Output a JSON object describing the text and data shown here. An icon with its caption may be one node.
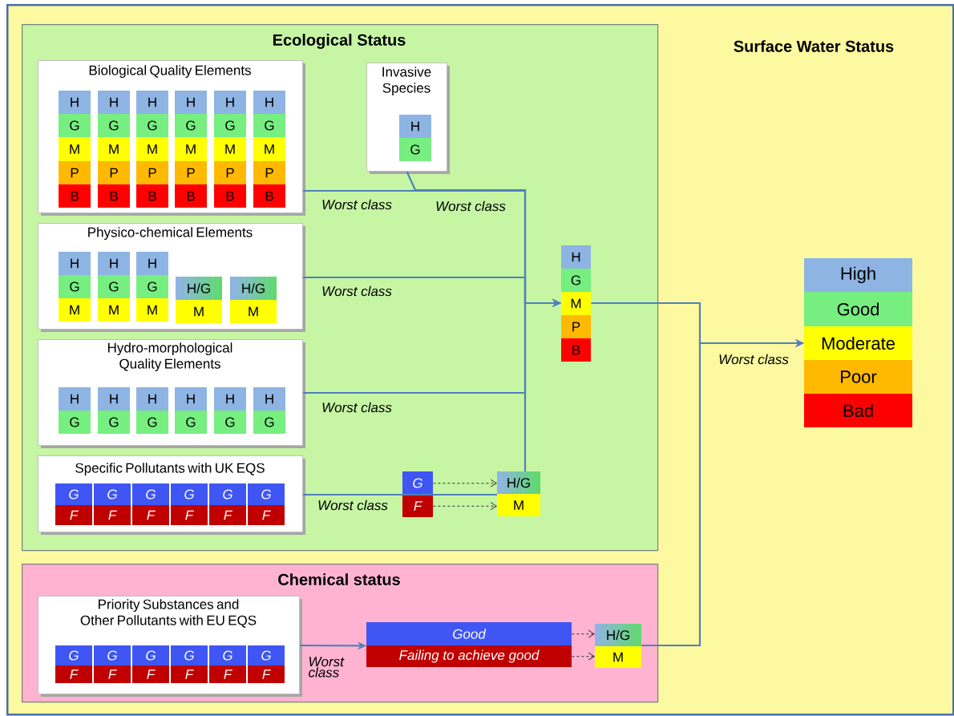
{
  "diagram": {
    "nodes": [
      {
        "text": [
          "Surface Water Status"
        ]
      },
      {
        "text": [
          "Ecological Status"
        ],
        "in": 0
      },
      {
        "text": [
          "Biological Quality Elements"
        ],
        "in": 1
      },
      {
        "text": [
          "H",
          "G",
          "M",
          "P",
          "B"
        ],
        "in": 2
      },
      {
        "text": [
          "H",
          "G",
          "M",
          "P",
          "B"
        ],
        "in": 2
      },
      {
        "text": [
          "H",
          "G",
          "M",
          "P",
          "B"
        ],
        "in": 2
      },
      {
        "text": [
          "H",
          "G",
          "M",
          "P",
          "B"
        ],
        "in": 2
      },
      {
        "text": [
          "H",
          "G",
          "M",
          "P",
          "B"
        ],
        "in": 2
      },
      {
        "text": [
          "H",
          "G",
          "M",
          "P",
          "B"
        ],
        "in": 2
      },
      {
        "text": [
          "Invasive Species"
        ],
        "in": 1
      },
      {
        "text": [
          "H",
          "G"
        ],
        "in": 9
      },
      {
        "text": [
          "Physico-chemical Elements"
        ],
        "in": 1
      },
      {
        "text": [
          "H",
          "G",
          "M"
        ],
        "in": 11
      },
      {
        "text": [
          "H",
          "G",
          "M"
        ],
        "in": 11
      },
      {
        "text": [
          "H",
          "G",
          "M"
        ],
        "in": 11
      },
      {
        "text": [
          "H/G",
          "M"
        ],
        "in": 11
      },
      {
        "text": [
          "H/G",
          "M"
        ],
        "in": 11
      },
      {
        "text": [
          "Hydro-morphological Quality Elements"
        ],
        "in": 1
      },
      {
        "text": [
          "H",
          "G"
        ],
        "in": 17
      },
      {
        "text": [
          "H",
          "G"
        ],
        "in": 17
      },
      {
        "text": [
          "H",
          "G"
        ],
        "in": 17
      },
      {
        "text": [
          "H",
          "G"
        ],
        "in": 17
      },
      {
        "text": [
          "H",
          "G"
        ],
        "in": 17
      },
      {
        "text": [
          "H",
          "G"
        ],
        "in": 17
      },
      {
        "text": [
          "Specific Pollutants with UK EQS"
        ],
        "in": 1
      },
      {
        "text": [
          "G",
          "F"
        ],
        "in": 24
      },
      {
        "text": [
          "G",
          "F"
        ],
        "in": 24
      },
      {
        "text": [
          "G",
          "F"
        ],
        "in": 24
      },
      {
        "text": [
          "G",
          "F"
        ],
        "in": 24
      },
      {
        "text": [
          "G",
          "F"
        ],
        "in": 24
      },
      {
        "text": [
          "G",
          "F"
        ],
        "in": 24
      },
      {
        "text": [
          "G"
        ],
        "in": 1
      },
      {
        "text": [
          "F"
        ],
        "in": 1
      },
      {
        "text": [
          "H/G"
        ],
        "in": 1
      },
      {
        "text": [
          "M"
        ],
        "in": 1
      },
      {
        "text": [
          "H",
          "G",
          "M",
          "P",
          "B"
        ],
        "in": 1
      },
      {
        "text": [
          "Chemical status"
        ],
        "in": 0
      },
      {
        "text": [
          "Priority Substances and Other Pollutants with EU EQS"
        ],
        "in": 36
      },
      {
        "text": [
          "G",
          "F"
        ],
        "in": 37
      },
      {
        "text": [
          "G",
          "F"
        ],
        "in": 37
      },
      {
        "text": [
          "G",
          "F"
        ],
        "in": 37
      },
      {
        "text": [
          "G",
          "F"
        ],
        "in": 37
      },
      {
        "text": [
          "G",
          "F"
        ],
        "in": 37
      },
      {
        "text": [
          "G",
          "F"
        ],
        "in": 37
      },
      {
        "text": [
          "Good"
        ],
        "in": 36
      },
      {
        "text": [
          "Failing to achieve good"
        ],
        "in": 36
      },
      {
        "text": [
          "H/G"
        ],
        "in": 36
      },
      {
        "text": [
          "M"
        ],
        "in": 36
      },
      {
        "text": [
          "High",
          "Good",
          "Moderate",
          "Poor",
          "Bad"
        ],
        "in": 0
      }
    ],
    "edges": [
      {
        "from": 2,
        "to": 35,
        "arrow": "to",
        "label": "Worst class"
      },
      {
        "from": 9,
        "to": 35,
        "arrow": "to",
        "label": "Worst class"
      },
      {
        "from": 11,
        "to": 35,
        "arrow": "to",
        "label": "Worst class"
      },
      {
        "from": 17,
        "to": 35,
        "arrow": "to",
        "label": "Worst class"
      },
      {
        "from": 24,
        "to": 34,
        "arrow": "none",
        "label": "Worst class"
      },
      {
        "from": 31,
        "to": 33,
        "arrow": "to",
        "style": "dashed",
        "color": "#333333"
      },
      {
        "from": 32,
        "to": 34,
        "arrow": "to",
        "style": "dashed",
        "color": "#333333"
      },
      {
        "from": 33,
        "to": 35,
        "arrow": "to"
      },
      {
        "from": 37,
        "to": 44,
        "arrow": "to",
        "label": "Worst class"
      },
      {
        "from": 44,
        "to": 46,
        "arrow": "to",
        "style": "dashed",
        "color": "#333333"
      },
      {
        "from": 45,
        "to": 47,
        "arrow": "to",
        "style": "dashed",
        "color": "#333333"
      },
      {
        "from": 35,
        "to": 48,
        "arrow": "to",
        "label": "Worst class"
      },
      {
        "from": 46,
        "to": 48,
        "arrow": "to"
      }
    ]
  }
}
